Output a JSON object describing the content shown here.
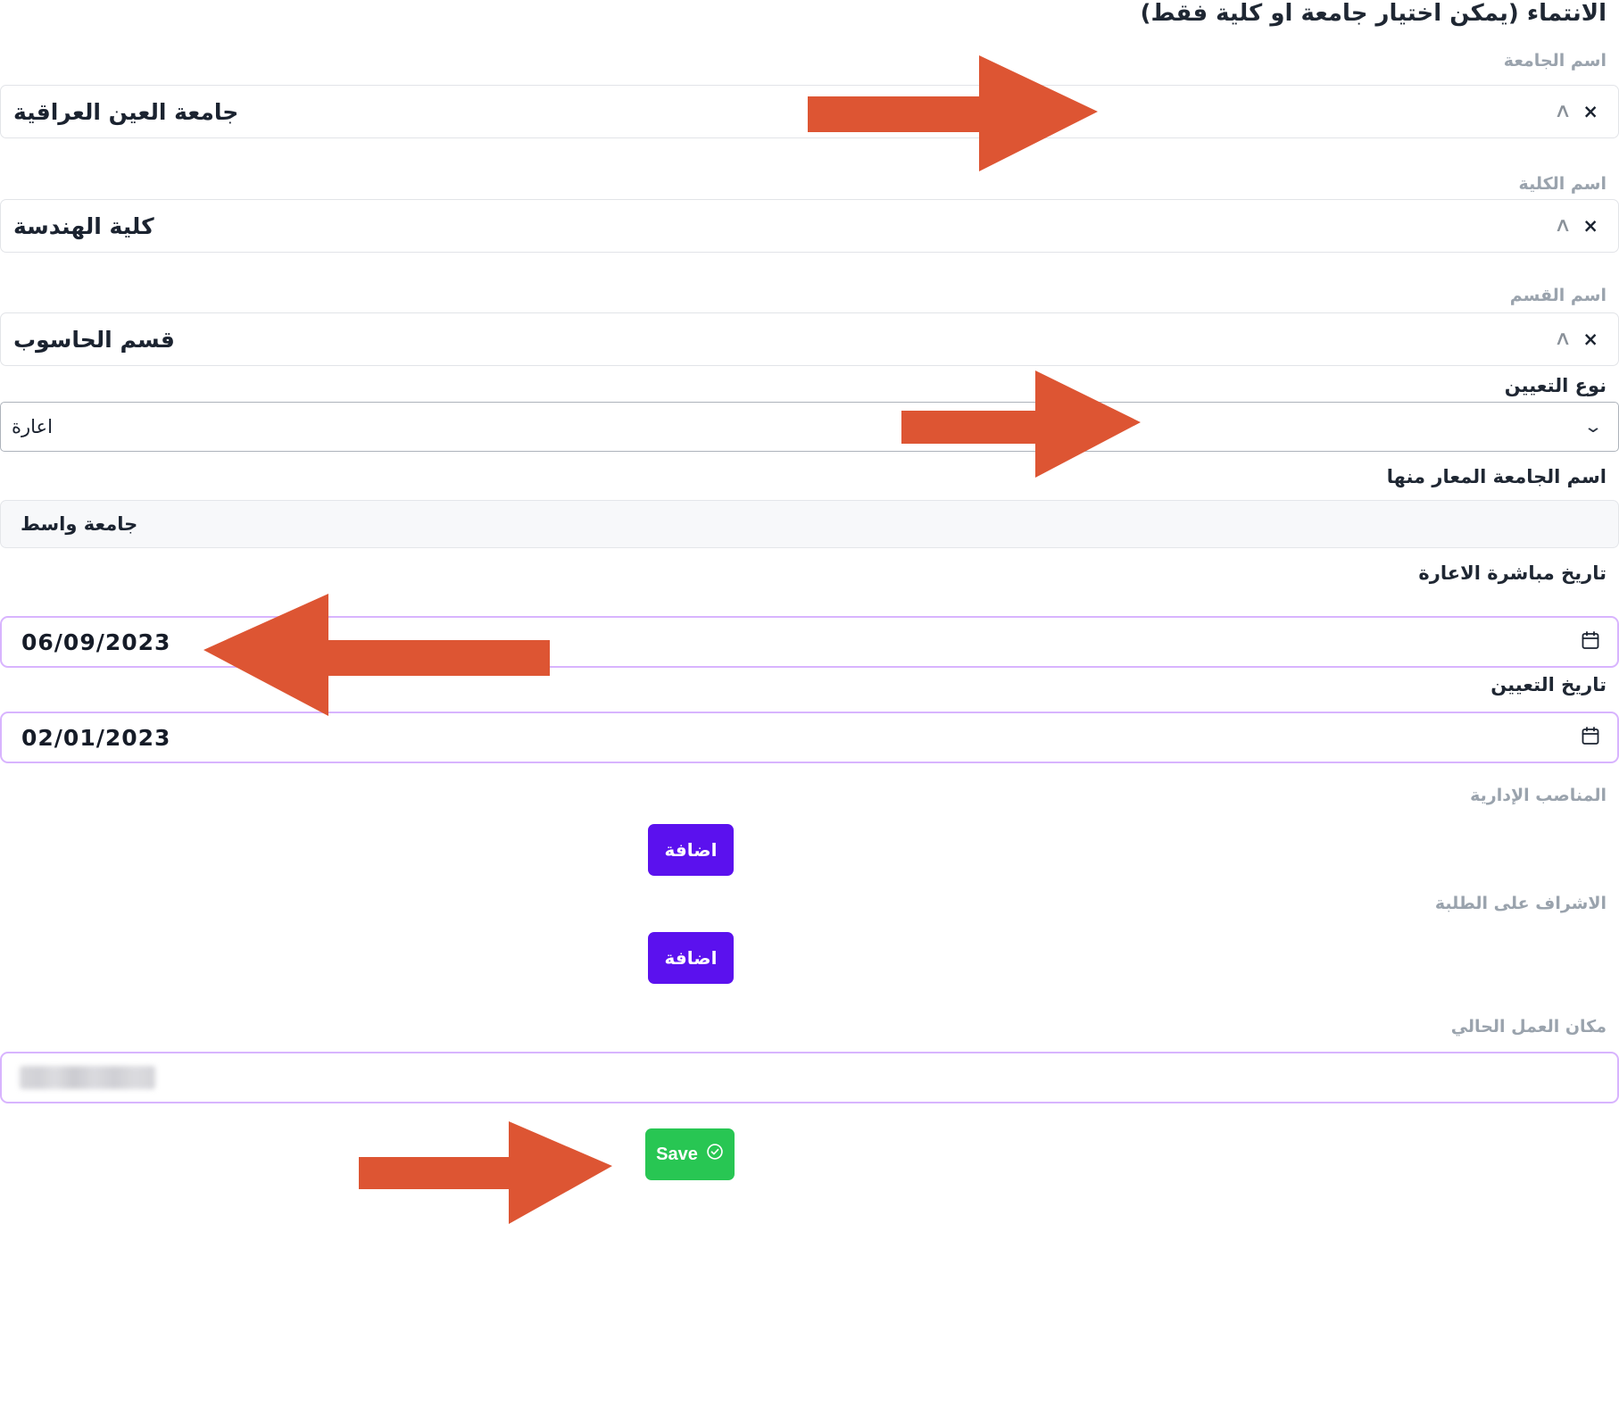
{
  "form": {
    "section_title": "الانتماء (يمكن اختيار جامعة او كلية فقط)",
    "fields": {
      "university": {
        "label": "اسم الجامعة",
        "value": "جامعة العين العراقية",
        "chevron": "∧",
        "clear": "×"
      },
      "college": {
        "label": "اسم الكلية",
        "value": "كلية الهندسة",
        "chevron": "∧",
        "clear": "×"
      },
      "department": {
        "label": "اسم القسم",
        "value": "قسم الحاسوب",
        "chevron": "∧",
        "clear": "×"
      },
      "appointment_type": {
        "label": "نوع التعيين",
        "value": "اعارة",
        "arrow": "⌄"
      },
      "seconded_from_university": {
        "label": "اسم الجامعة المعار منها",
        "value": "جامعة واسط"
      },
      "secondment_start_date": {
        "label": "تاريخ مباشرة الاعارة",
        "value": "06/09/2023"
      },
      "appointment_date": {
        "label": "تاريخ التعيين",
        "value": "02/01/2023"
      },
      "administrative_positions": {
        "label": "المناصب الإدارية",
        "add_label": "اضافة"
      },
      "student_supervision": {
        "label": "الاشراف على الطلبة",
        "add_label": "اضافة"
      },
      "current_workplace": {
        "label": "مكان العمل الحالي",
        "value": ""
      }
    },
    "save_button": {
      "label": "Save"
    }
  },
  "icons": {
    "calendar": "calendar-icon",
    "check_circle": "check-circle-icon",
    "chevron_up": "chevron-up-icon",
    "chevron_down": "chevron-down-icon",
    "clear": "clear-icon"
  },
  "colors": {
    "accent_purple": "#5b11ee",
    "save_green": "#28c653",
    "annotation_orange": "#dd5533",
    "focus_border": "#d8b4fe",
    "label_grey": "#9aa3ad",
    "text_dark": "#1b2330"
  }
}
